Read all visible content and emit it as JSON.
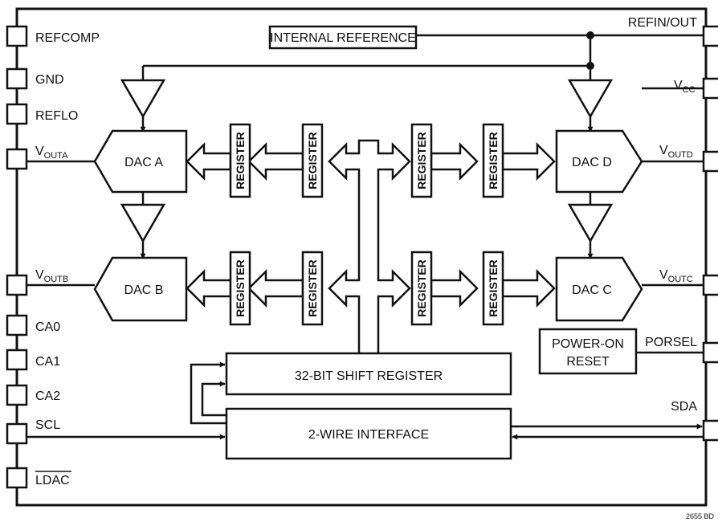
{
  "pins_left": {
    "refcomp": "REFCOMP",
    "gnd": "GND",
    "reflo": "REFLO",
    "vouta": {
      "main": "V",
      "sub": "OUTA"
    },
    "voutb": {
      "main": "V",
      "sub": "OUTB"
    },
    "ca0": "CA0",
    "ca1": "CA1",
    "ca2": "CA2",
    "scl": "SCL",
    "ldac": "LDAC"
  },
  "pins_right": {
    "refinout": "REFIN/OUT",
    "vcc": {
      "main": "V",
      "sub": "CC"
    },
    "voutd": {
      "main": "V",
      "sub": "OUTD"
    },
    "voutc": {
      "main": "V",
      "sub": "OUTC"
    },
    "porsel": "PORSEL",
    "sda": "SDA"
  },
  "blocks": {
    "internal_reference": "INTERNAL REFERENCE",
    "dac_a": "DAC A",
    "dac_b": "DAC B",
    "dac_c": "DAC C",
    "dac_d": "DAC D",
    "register": "REGISTER",
    "shift_register": "32-BIT SHIFT REGISTER",
    "two_wire": "2-WIRE INTERFACE",
    "power_on": "POWER-ON",
    "reset": "RESET"
  },
  "figure_id": "2655 BD"
}
